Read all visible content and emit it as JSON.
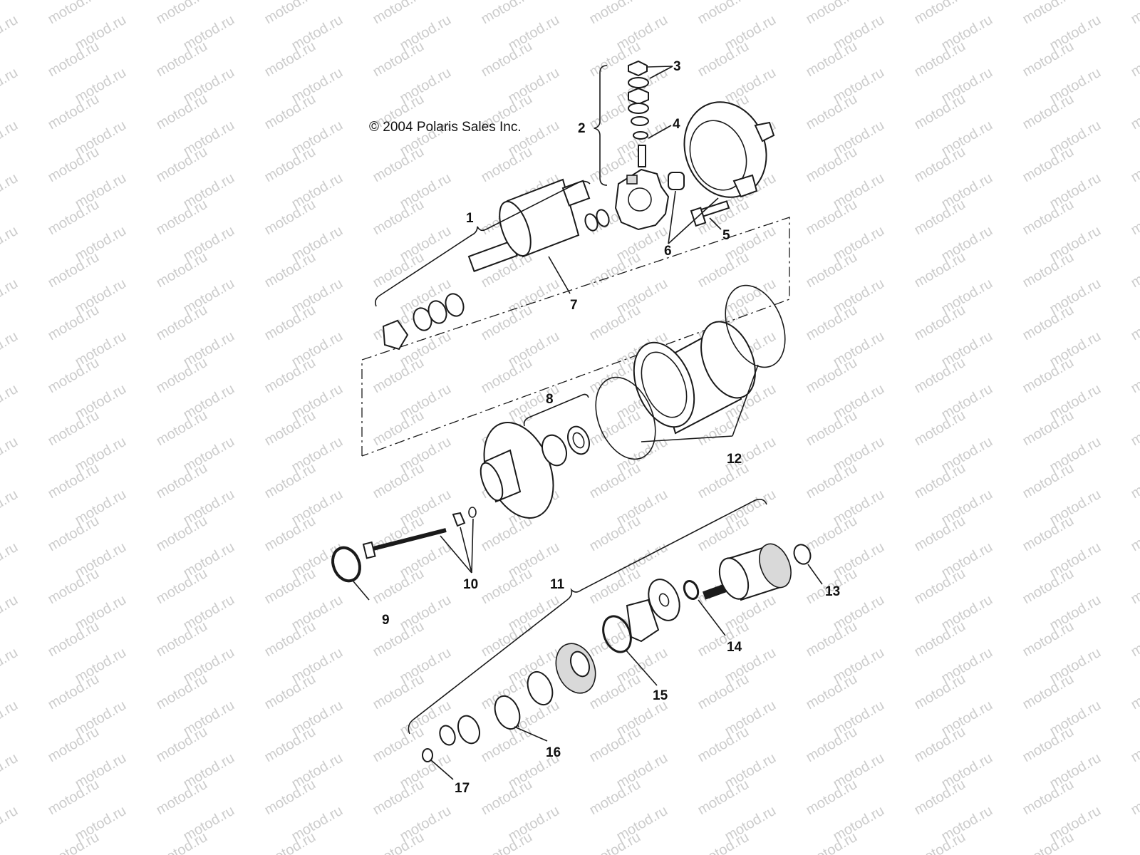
{
  "copyright": "© 2004 Polaris Sales Inc.",
  "watermark": "motod.ru",
  "callouts": [
    {
      "id": "1",
      "label": "1"
    },
    {
      "id": "2",
      "label": "2"
    },
    {
      "id": "3",
      "label": "3"
    },
    {
      "id": "4",
      "label": "4"
    },
    {
      "id": "5",
      "label": "5"
    },
    {
      "id": "6",
      "label": "6"
    },
    {
      "id": "7",
      "label": "7"
    },
    {
      "id": "8",
      "label": "8"
    },
    {
      "id": "9",
      "label": "9"
    },
    {
      "id": "10",
      "label": "10"
    },
    {
      "id": "11",
      "label": "11"
    },
    {
      "id": "12",
      "label": "12"
    },
    {
      "id": "13",
      "label": "13"
    },
    {
      "id": "14",
      "label": "14"
    },
    {
      "id": "15",
      "label": "15"
    },
    {
      "id": "16",
      "label": "16"
    },
    {
      "id": "17",
      "label": "17"
    }
  ],
  "colors": {
    "line": "#1a1a1a",
    "watermark": "#c4c4c4",
    "background": "#ffffff"
  }
}
